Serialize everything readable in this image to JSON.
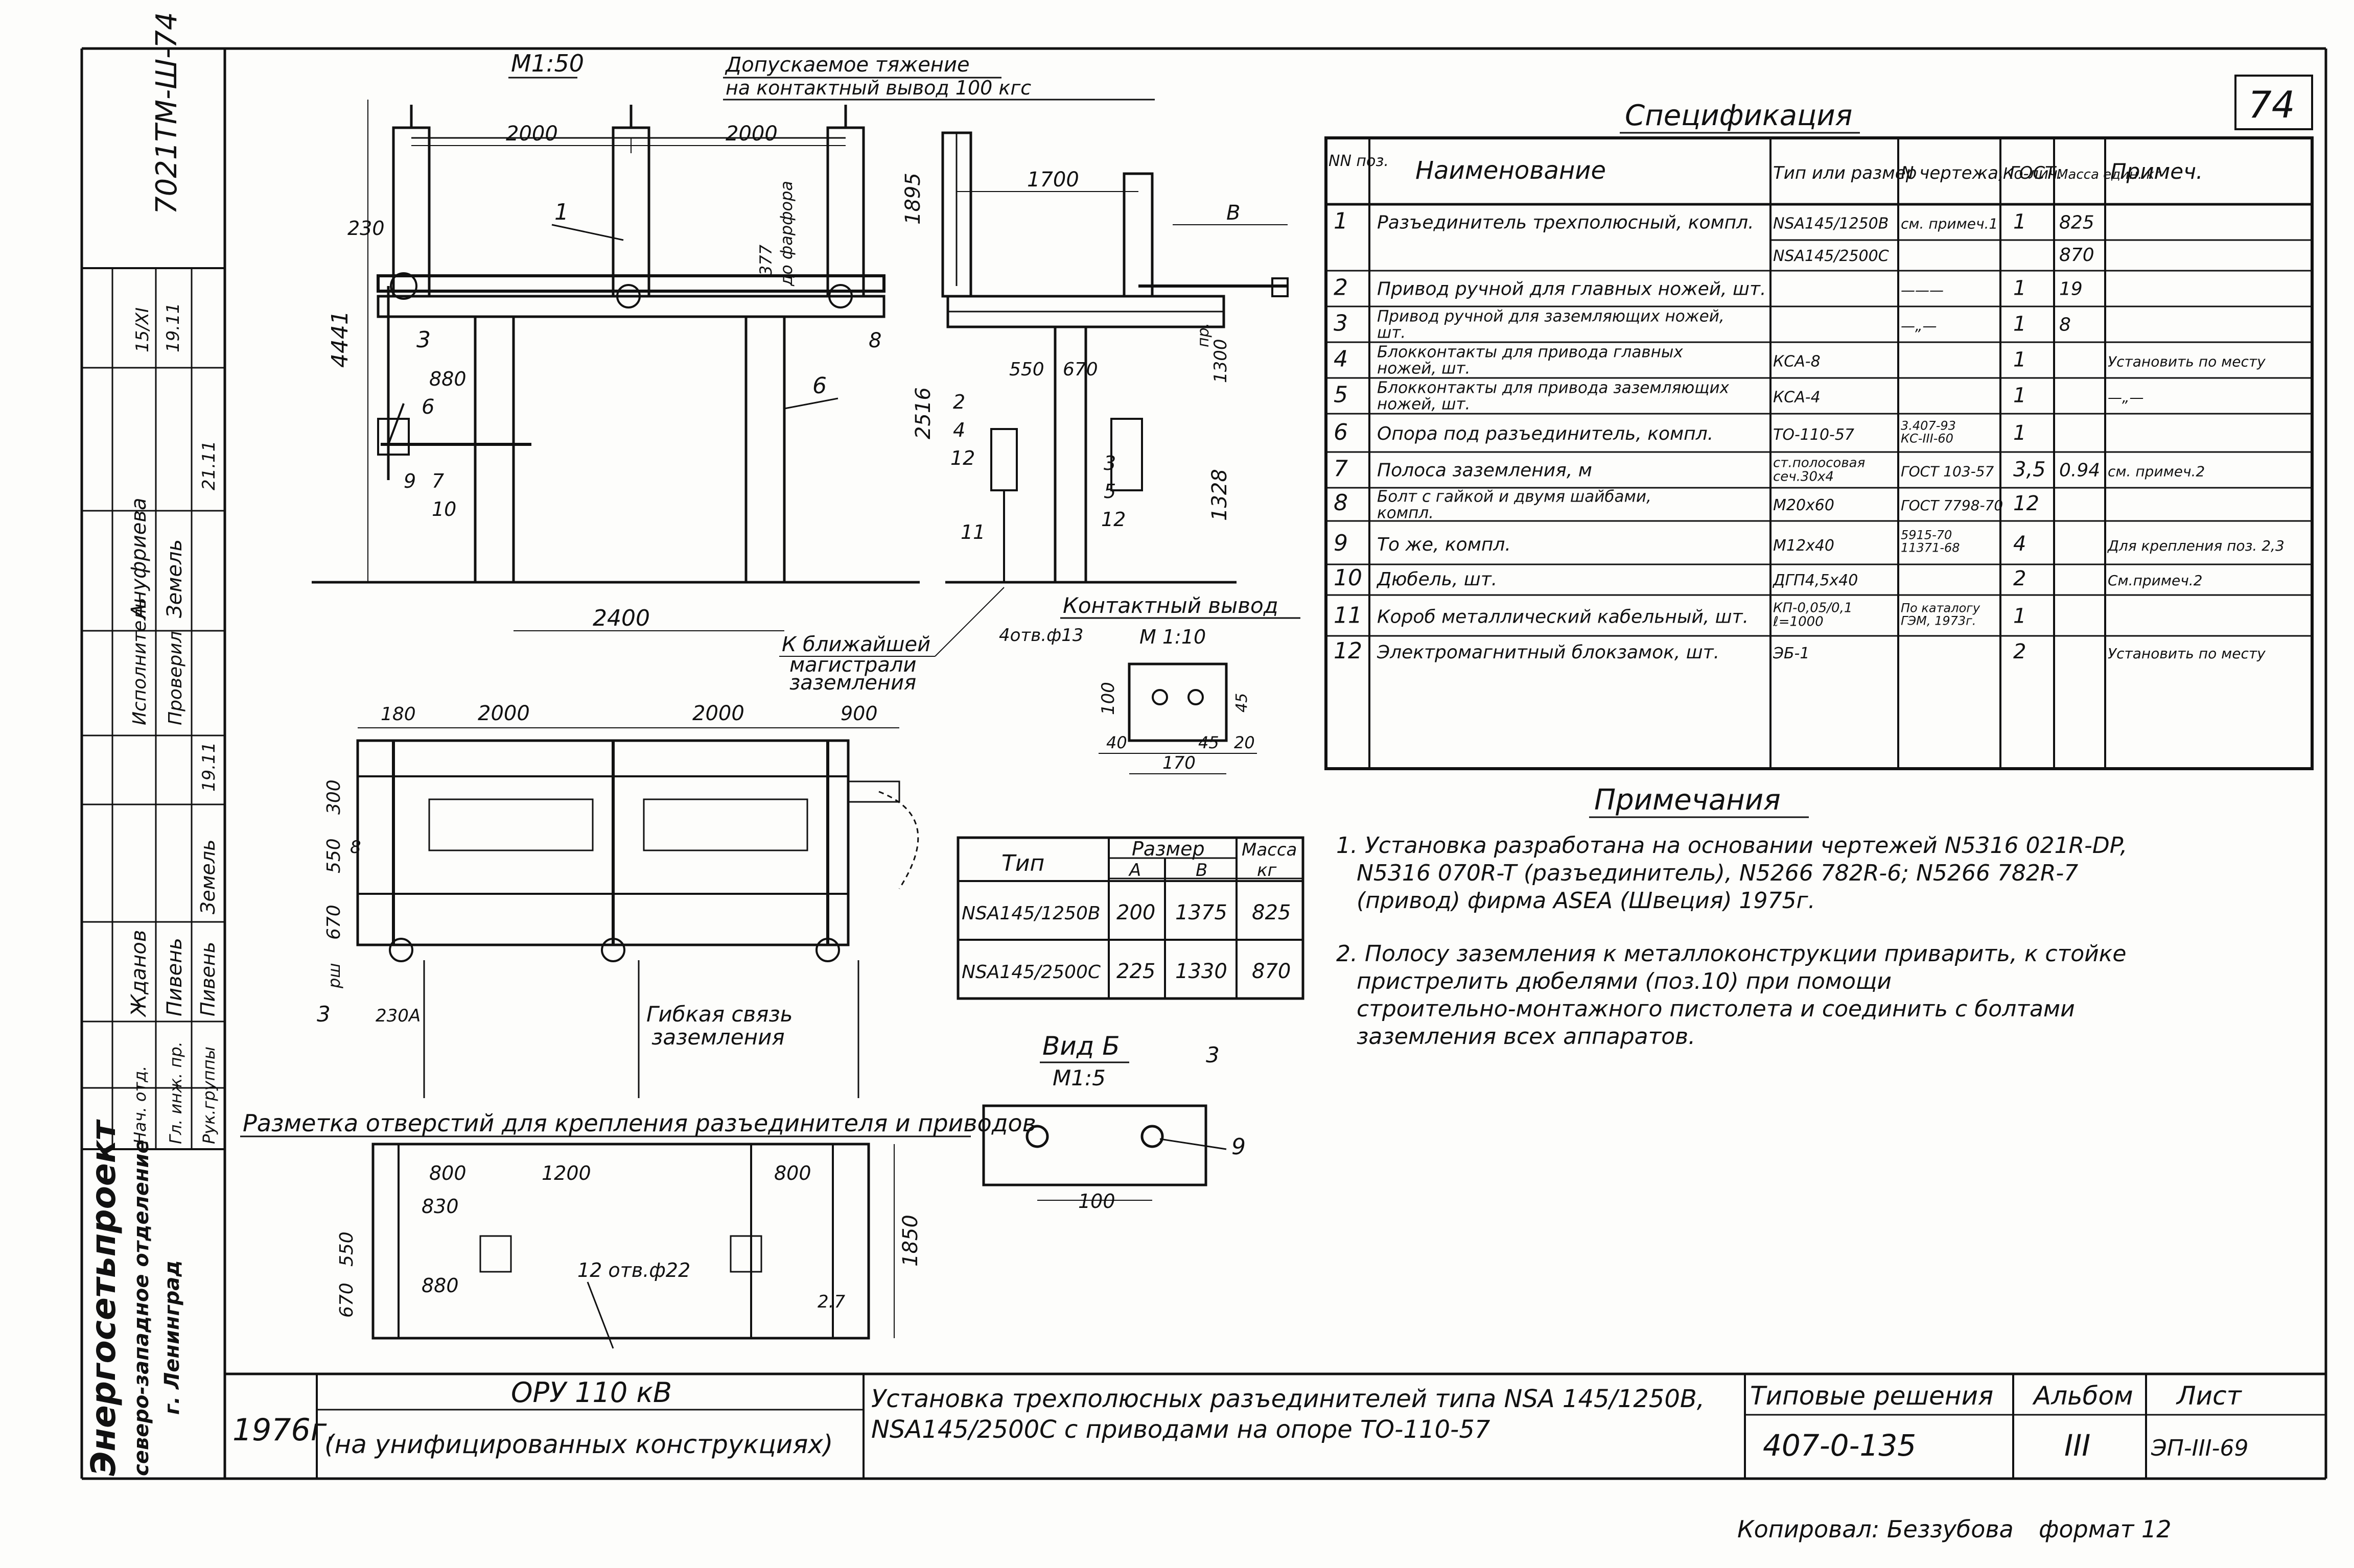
{
  "top_labels": {
    "scale": "М1:50",
    "tension_1": "Допускаемое тяжение",
    "tension_2": "на контактный вывод 100 кгс",
    "page_corner": "74"
  },
  "front_view": {
    "dims": [
      "2000",
      "2000",
      "230",
      "4441",
      "880",
      "2400",
      "377",
      "до фарфора"
    ],
    "pos_labels": [
      "1",
      "3",
      "6",
      "6",
      "8",
      "9",
      "7",
      "10"
    ]
  },
  "side_view": {
    "dims": [
      "1700",
      "1895",
      "B",
      "550",
      "670",
      "2516",
      "1328",
      "1300"
    ],
    "rot_dim": "пр.",
    "pos_labels": [
      "2",
      "4",
      "12",
      "3",
      "5",
      "12",
      "11"
    ]
  },
  "plan_view": {
    "dims": [
      "180",
      "2000",
      "2000",
      "900",
      "300",
      "550",
      "670",
      "230",
      "A"
    ],
    "side_text": "рш",
    "pos_labels": [
      "8",
      "3"
    ],
    "ground_1": "К ближайшей",
    "ground_2": "магистрали",
    "ground_3": "заземления",
    "flex_1": "Гибкая связь",
    "flex_2": "заземления"
  },
  "marking": {
    "title": "Разметка отверстий для крепления разъединителя и приводов",
    "dims": [
      "800",
      "1200",
      "800",
      "830",
      "880",
      "550",
      "670",
      "1850",
      "12 отв.ф22",
      "2.7"
    ]
  },
  "terminal_detail": {
    "title": "Контактный вывод",
    "scale": "М 1:10",
    "holes": "4отв.ф13",
    "dims": [
      "100",
      "45",
      "40",
      "45",
      "20",
      "170"
    ]
  },
  "view_b": {
    "title": "Вид Б",
    "scale": "М1:5",
    "dims": [
      "100"
    ],
    "labels": [
      "3",
      "9"
    ]
  },
  "size_table": {
    "h_type": "Тип",
    "h_size": "Размер",
    "h_mass": "Масса",
    "h_a": "А",
    "h_b": "В",
    "h_kg": "кг",
    "rows": [
      [
        "NSA145/1250B",
        "200",
        "1375",
        "825"
      ],
      [
        "NSA145/2500C",
        "225",
        "1330",
        "870"
      ]
    ]
  },
  "spec": {
    "title": "Спецификация",
    "headers": [
      "NN поз.",
      "Наименование",
      "Тип или размер",
      "N чертежа, ГОСТ",
      "Ко-лич.",
      "Масса един. кг",
      "Примеч."
    ],
    "rows": [
      [
        "1",
        "Разъединитель трехполюсный, компл.",
        "NSA145/1250B",
        "см. примеч.1",
        "1",
        "825",
        ""
      ],
      [
        "",
        "",
        "NSA145/2500C",
        "",
        "",
        "870",
        ""
      ],
      [
        "2",
        "Привод ручной для главных ножей, шт.",
        "",
        "———",
        "1",
        "19",
        ""
      ],
      [
        "3",
        "Привод ручной для заземляющих ножей, шт.",
        "",
        "—„—",
        "1",
        "8",
        ""
      ],
      [
        "4",
        "Блокконтакты для привода главных ножей, шт.",
        "КСА-8",
        "",
        "1",
        "",
        "Установить по месту"
      ],
      [
        "5",
        "Блокконтакты для привода заземляющих ножей, шт.",
        "КСА-4",
        "",
        "1",
        "",
        "—„—"
      ],
      [
        "6",
        "Опора под разъединитель, компл.",
        "ТО-110-57",
        "3.407-93 КС-III-60",
        "1",
        "",
        ""
      ],
      [
        "7",
        "Полоса заземления, м",
        "ст.полосовая сеч.30х4",
        "ГОСТ 103-57",
        "3,5",
        "0.94",
        "см. примеч.2"
      ],
      [
        "8",
        "Болт с гайкой и двумя шайбами, компл.",
        "М20х60",
        "ГОСТ 7798-70",
        "12",
        "",
        ""
      ],
      [
        "9",
        "То же, компл.",
        "М12х40",
        "5915-70 11371-68",
        "4",
        "",
        "Для крепления поз. 2,3"
      ],
      [
        "10",
        "Дюбель, шт.",
        "ДГП4,5х40",
        "",
        "2",
        "",
        "См.примеч.2"
      ],
      [
        "11",
        "Короб металлический кабельный, шт.",
        "КП-0,05/0,1 ℓ=1000",
        "По каталогу ГЭМ, 1973г.",
        "1",
        "",
        ""
      ],
      [
        "12",
        "Электромагнитный блокзамок, шт.",
        "ЭБ-1",
        "",
        "2",
        "",
        "Установить по месту"
      ]
    ]
  },
  "notes": {
    "title": "Примечания",
    "items": [
      "1. Установка разработана на основании чертежей N5316 021R-DP, N5316 070R-T (разъединитель), N5266 782R-6; N5266 782R-7 (привод) фирма ASEA (Швеция) 1975г.",
      "2. Полосу заземления к металлоконструкции приварить, к стойке пристрелить дюбелями (поз.10) при помощи строительно-монтажного пистолета и соединить с болтами заземления всех аппаратов."
    ]
  },
  "left_strip": {
    "doc_number": "7021ТМ-Ш-74",
    "org_1": "Энергосетьпроект",
    "org_2": "северо-западное отделение",
    "org_3": "г. Ленинград",
    "roles": [
      [
        "Рук.группы",
        "Пивень",
        "Земель"
      ],
      [
        "Нач. отд.",
        "Жданов",
        "Пивень"
      ],
      [
        "Гл. инж. пр.",
        "",
        ""
      ],
      [
        "Исполнитель",
        "Ануфриева",
        "Земель"
      ],
      [
        "Проверил",
        "",
        ""
      ]
    ],
    "dates": [
      "15/XI",
      "19.11",
      "21.11",
      "19.11"
    ]
  },
  "title_block": {
    "year": "1976г.",
    "object_1": "ОРУ 110 кВ",
    "object_2": "(на унифицированных конструкциях)",
    "title_1": "Установка трехполюсных разъединителей типа NSA 145/1250В,",
    "title_2": "NSA145/2500С с приводами на опоре ТО-110-57",
    "typical_label": "Типовые решения",
    "typical_value": "407-0-135",
    "album_label": "Альбом",
    "album_value": "III",
    "sheet_label": "Лист",
    "sheet_value": "ЭП-III-69"
  },
  "footer": {
    "copied": "Копировал: Беззубова",
    "format": "формат 12"
  }
}
